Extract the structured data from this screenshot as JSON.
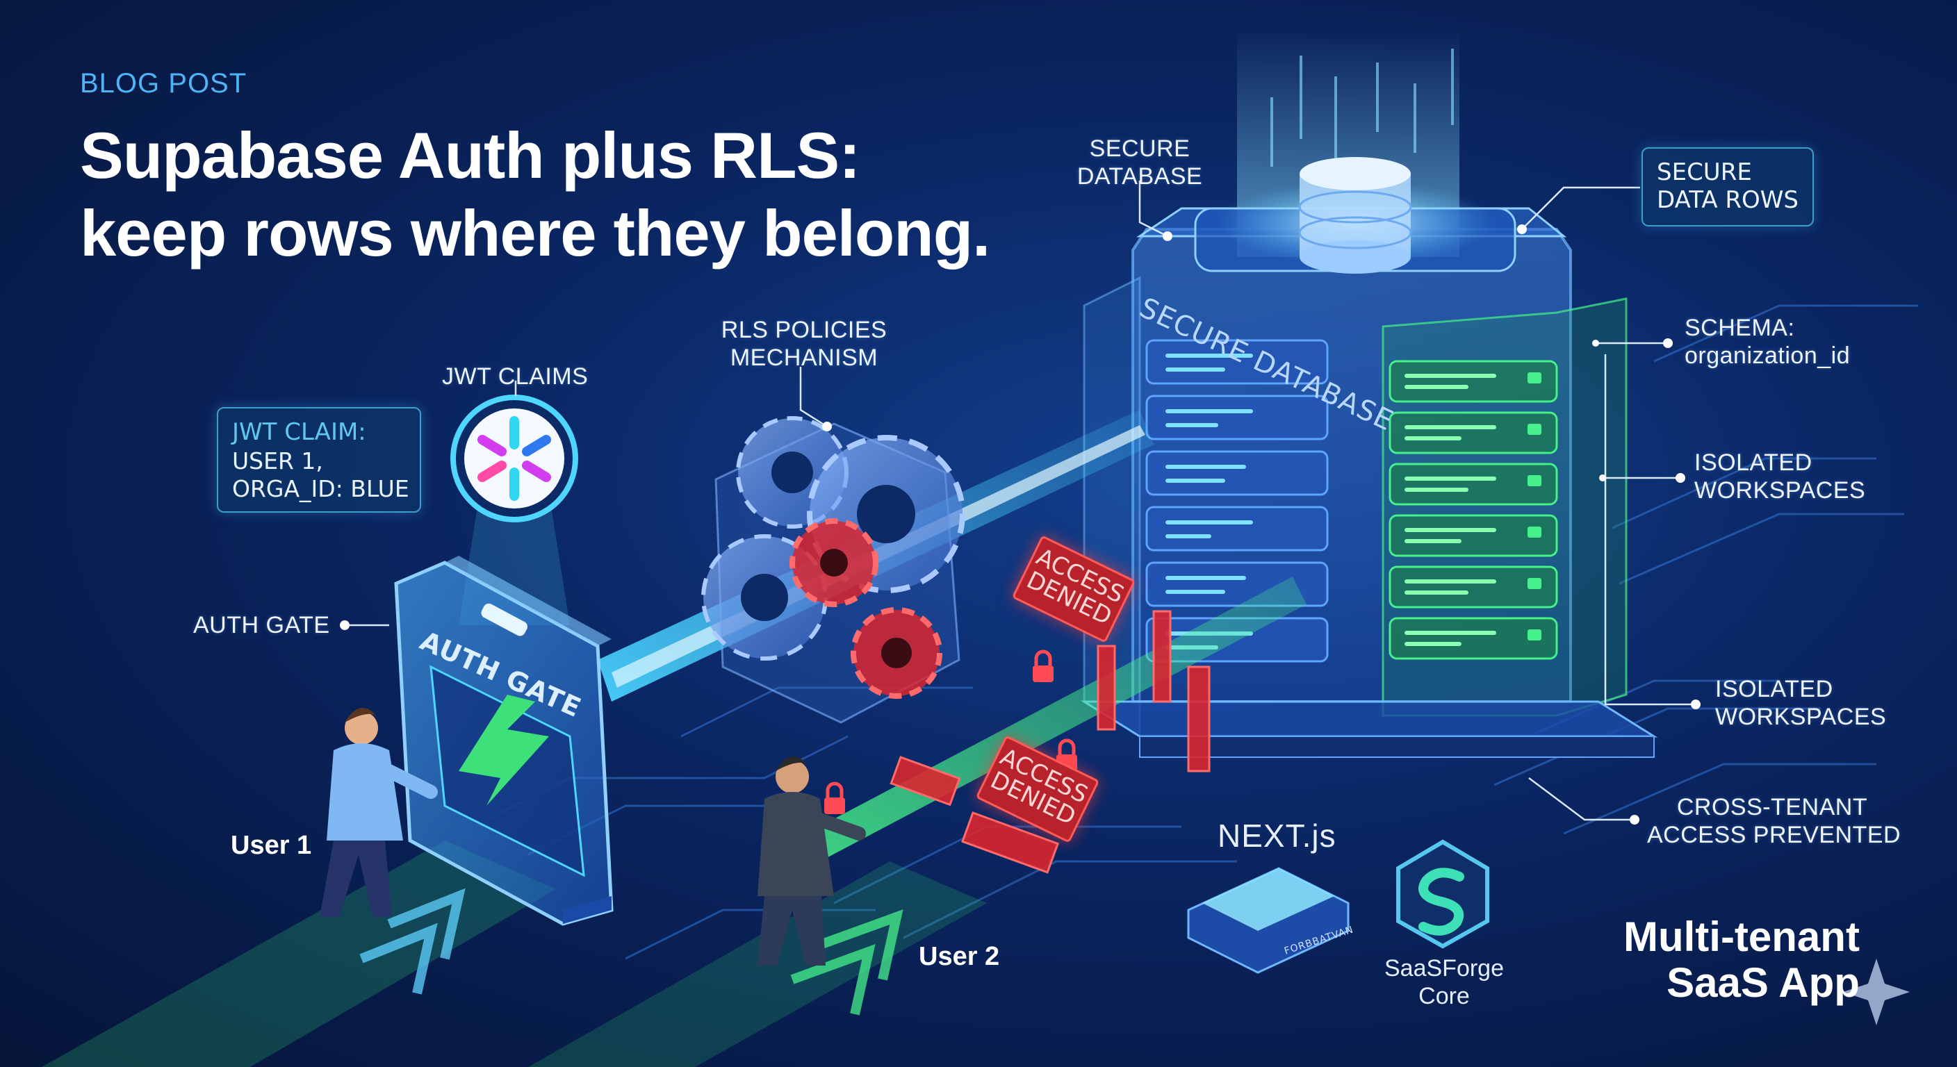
{
  "header": {
    "eyebrow": "BLOG POST",
    "title_line1": "Supabase Auth plus RLS:",
    "title_line2": "keep rows where they belong."
  },
  "labels": {
    "secure_database_line1": "SECURE",
    "secure_database_line2": "DATABASE",
    "secure_data_rows_line1": "SECURE",
    "secure_data_rows_line2": "DATA ROWS",
    "rls_line1": "RLS POLICIES",
    "rls_line2": "MECHANISM",
    "jwt_claims": "JWT CLAIMS",
    "auth_gate": "AUTH GATE",
    "schema_line1": "SCHEMA:",
    "schema_line2": "organization_id",
    "isolated_a_line1": "ISOLATED",
    "isolated_a_line2": "WORKSPACES",
    "isolated_b_line1": "ISOLATED",
    "isolated_b_line2": "WORKSPACES",
    "cross_tenant_line1": "CROSS-TENANT",
    "cross_tenant_line2": "ACCESS PREVENTED"
  },
  "jwt_claim_box": {
    "heading": "JWT CLAIM:",
    "line1": "USER 1,",
    "line2": "ORGA_ID: BLUE"
  },
  "gate": {
    "face_text": "AUTH GATE"
  },
  "database": {
    "side_text": "SECURE DATABASE"
  },
  "denied": {
    "upper_line1": "ACCESS",
    "upper_line2": "DENIED",
    "lower_line1": "ACCESS",
    "lower_line2": "DENIED"
  },
  "users": {
    "user1": "User 1",
    "user2": "User 2"
  },
  "logos": {
    "next": "NEXT.js",
    "saasforge_line1": "SaaSForge",
    "saasforge_line2": "Core",
    "platform_tag": "FORBBATVAN"
  },
  "footer": {
    "line1": "Multi-tenant",
    "line2": "SaaS App"
  },
  "colors": {
    "background": "#0a2561",
    "accent_blue": "#4fb3f6",
    "accent_cyan": "#62c7ee",
    "allowed_green": "#3ee07a",
    "denied_red": "#e0303a",
    "text_white": "#ffffff"
  },
  "icons": [
    "jwt-asterisk-icon",
    "gear-icon",
    "lock-icon",
    "supabase-bolt-icon",
    "database-cylinder-icon",
    "next-js-logo-icon",
    "saasforge-logo-icon",
    "sparkle-icon"
  ]
}
